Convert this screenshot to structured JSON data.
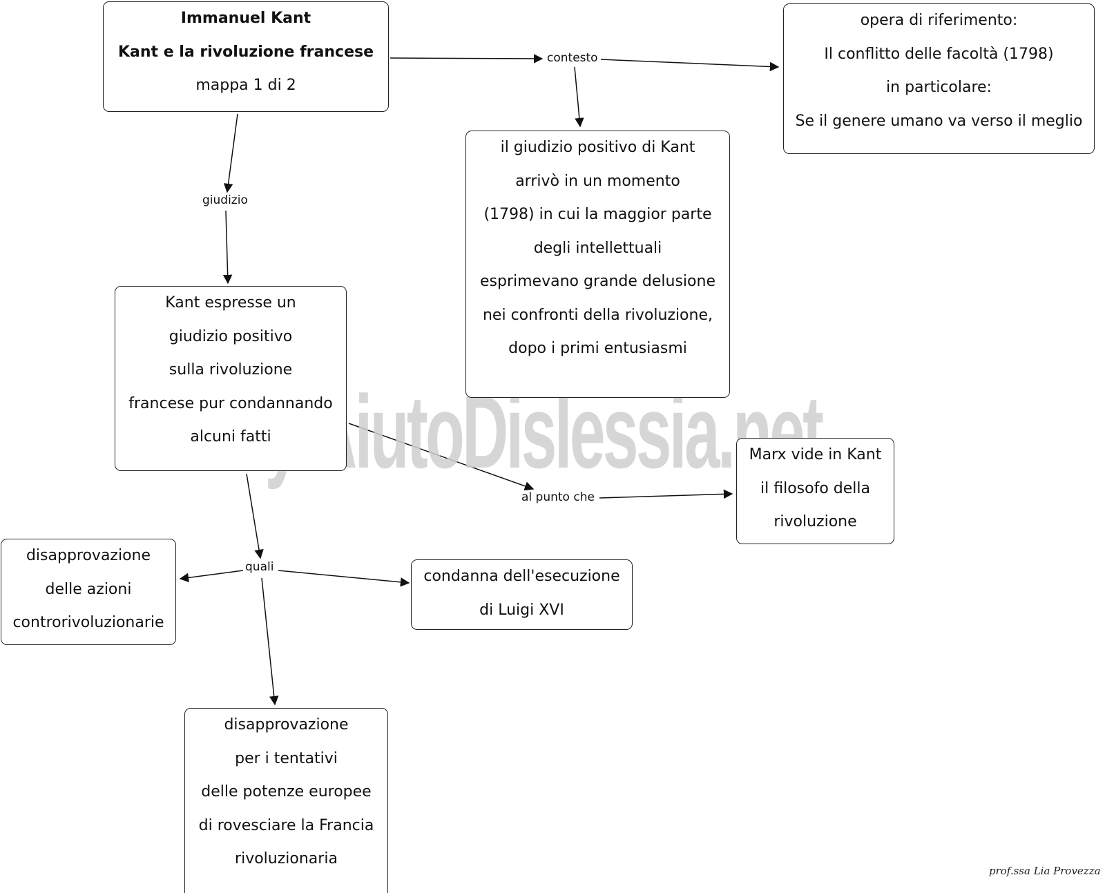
{
  "nodes": {
    "main": {
      "lines": [
        "Immanuel Kant",
        "Kant e la rivoluzione francese",
        "mappa 1 di  2"
      ]
    },
    "reference": {
      "lines": [
        "opera di riferimento:",
        "Il conflitto delle facoltà (1798)",
        "in particolare:",
        "Se il genere umano va verso il meglio"
      ]
    },
    "positive_judgment": {
      "lines": [
        "il giudizio positivo di Kant",
        "arrivò in un momento",
        "(1798) in cui la maggior parte",
        "degli intellettuali",
        "esprimevano grande delusione",
        "nei confronti della rivoluzione,",
        "dopo i primi entusiasmi"
      ]
    },
    "kant_expressed": {
      "lines": [
        "Kant espresse un",
        "giudizio positivo",
        "sulla rivoluzione",
        "francese pur condannando",
        "alcuni fatti"
      ]
    },
    "marx": {
      "lines": [
        "Marx vide in Kant",
        "il filosofo della",
        "rivoluzione"
      ]
    },
    "counterrevolution": {
      "lines": [
        "disapprovazione",
        "delle azioni",
        "controrivoluzionarie"
      ]
    },
    "execution": {
      "lines": [
        "condanna dell'esecuzione",
        "di Luigi XVI"
      ]
    },
    "powers": {
      "lines": [
        "disapprovazione",
        "per i tentativi",
        "delle potenze europee",
        "di rovesciare la Francia",
        "rivoluzionaria"
      ]
    }
  },
  "links": {
    "contesto": "contesto",
    "giudizio": "giudizio",
    "al_punto_che": "al punto che",
    "quali": "quali"
  },
  "watermark": "By AiutoDislessia.net",
  "signature": "prof.ssa Lia Provezza"
}
